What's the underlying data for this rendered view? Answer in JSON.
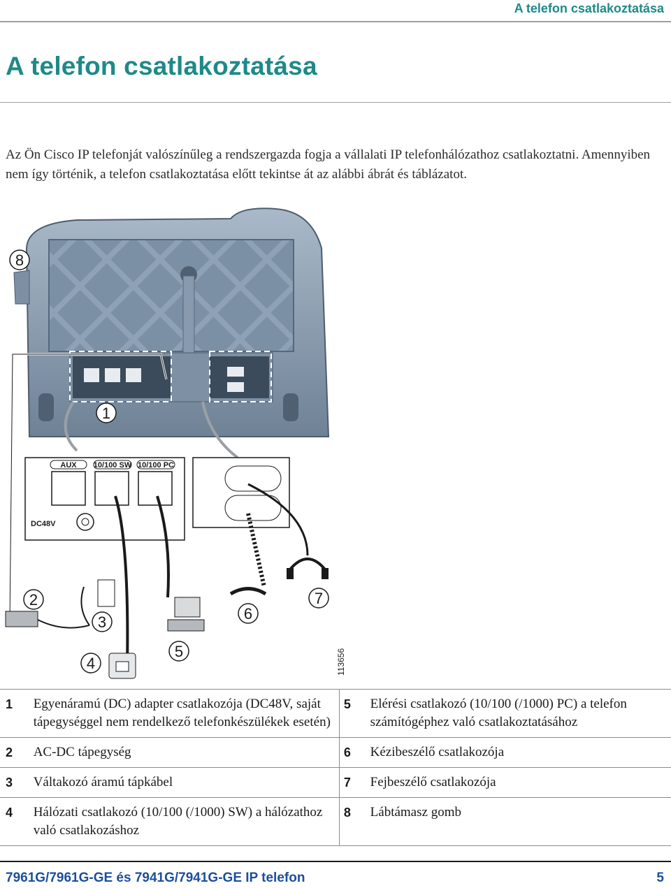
{
  "header": {
    "running_head": "A telefon csatlakoztatása"
  },
  "title": "A telefon csatlakoztatása",
  "intro": "Az Ön Cisco IP telefonját valószínűleg a rendszergazda fogja a vállalati IP telefonhálózathoz csatlakoztatni. Amennyiben nem így történik, a telefon csatlakoztatása előtt tekintse át az alábbi ábrát és táblázatot.",
  "figure": {
    "callouts": [
      "1",
      "2",
      "3",
      "4",
      "5",
      "6",
      "7",
      "8"
    ],
    "ports": {
      "aux": "AUX",
      "sw": "10/100 SW",
      "pc": "10/100 PC",
      "dc": "DC48V"
    },
    "figure_id": "113656"
  },
  "legend": [
    {
      "left_num": "1",
      "left_text": "Egyenáramú (DC) adapter csatlakozója (DC48V, saját tápegységgel nem rendelkező telefonkészülékek esetén)",
      "right_num": "5",
      "right_text": "Elérési csatlakozó (10/100 (/1000) PC) a telefon számítógéphez való csatlakoztatásához"
    },
    {
      "left_num": "2",
      "left_text": "AC-DC tápegység",
      "right_num": "6",
      "right_text": "Kézibeszélő csatlakozója"
    },
    {
      "left_num": "3",
      "left_text": "Váltakozó áramú tápkábel",
      "right_num": "7",
      "right_text": "Fejbeszélő csatlakozója"
    },
    {
      "left_num": "4",
      "left_text": "Hálózati csatlakozó (10/100 (/1000) SW) a hálózathoz való csatlakozáshoz",
      "right_num": "8",
      "right_text": "Lábtámasz gomb"
    }
  ],
  "footer": {
    "title": "7961G/7961G-GE és 7941G/7941G-GE IP telefon",
    "page": "5"
  }
}
